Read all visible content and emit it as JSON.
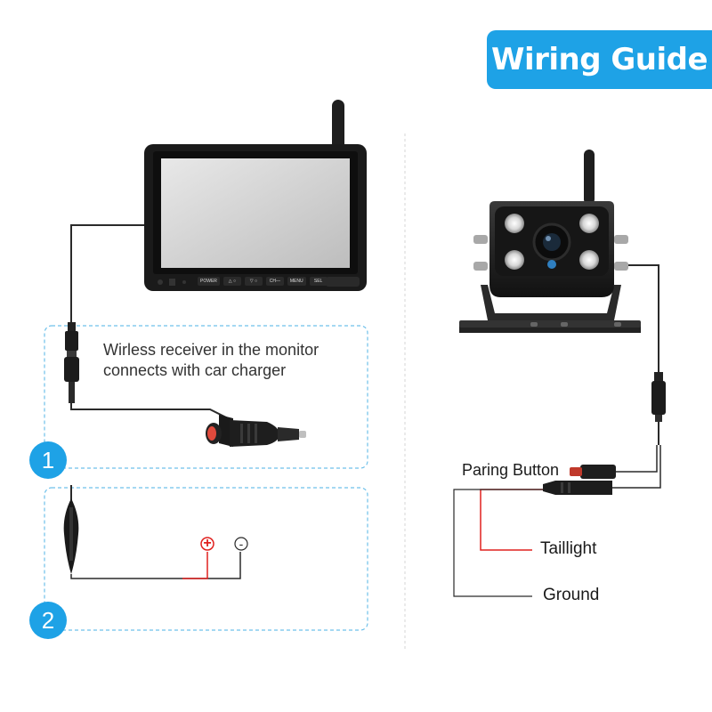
{
  "title": "Wiring Guide",
  "step1": {
    "number": "1",
    "caption": "Wirless receiver in the monitor connects with car charger"
  },
  "step2": {
    "number": "2",
    "plus_symbol": "+",
    "minus_symbol": "-"
  },
  "monitor": {
    "buttons": [
      "POWER",
      "△ ○",
      "▽ ○",
      "CH—",
      "MENU",
      "SEL"
    ]
  },
  "camera_labels": {
    "pairing": "Paring Button",
    "taillight": "Taillight",
    "ground": "Ground"
  },
  "colors": {
    "accent": "#1ea2e6",
    "positive_wire": "#e0201e",
    "wire": "#2a2a2a"
  }
}
